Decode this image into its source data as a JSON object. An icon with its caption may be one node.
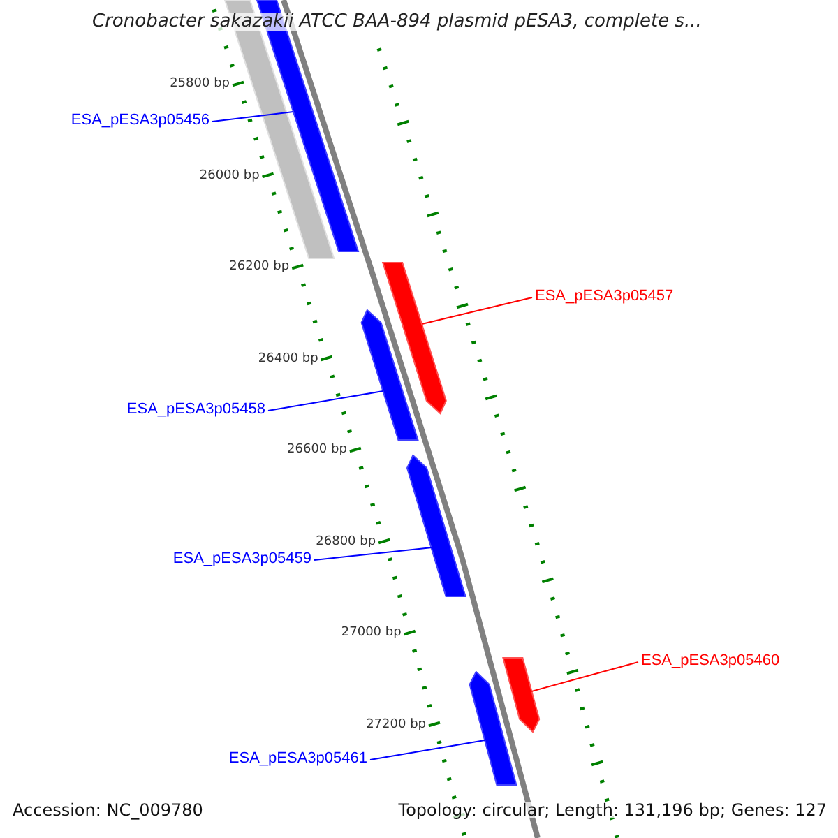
{
  "diagram": {
    "title": "Cronobacter sakazakii ATCC BAA-894 plasmid pESA3, complete s...",
    "nodes": [
      {
        "text": [
          "ESA_pESA3p05456"
        ]
      },
      {
        "text": [],
        "shape": "bar"
      },
      {
        "text": [
          "ESA_pESA3p05457"
        ]
      },
      {
        "text": [],
        "shape": "bar"
      },
      {
        "text": [
          "ESA_pESA3p05458"
        ]
      },
      {
        "text": [],
        "shape": "bar"
      },
      {
        "text": [
          "ESA_pESA3p05459"
        ]
      },
      {
        "text": [],
        "shape": "bar"
      },
      {
        "text": [
          "ESA_pESA3p05460"
        ]
      },
      {
        "text": [],
        "shape": "bar"
      },
      {
        "text": [
          "ESA_pESA3p05461"
        ]
      },
      {
        "text": [],
        "shape": "bar"
      }
    ],
    "edges": [
      {
        "from": 0,
        "to": 1,
        "arrow": "none"
      },
      {
        "from": 2,
        "to": 3,
        "arrow": "none",
        "color": "#ff0000"
      },
      {
        "from": 4,
        "to": 5,
        "arrow": "none"
      },
      {
        "from": 6,
        "to": 7,
        "arrow": "none"
      },
      {
        "from": 8,
        "to": 9,
        "arrow": "none",
        "color": "#ff0000"
      },
      {
        "from": 10,
        "to": 11,
        "arrow": "none"
      }
    ],
    "labels": [
      "25800 bp",
      "26000 bp",
      "26200 bp",
      "26400 bp",
      "26600 bp",
      "26800 bp",
      "27000 bp",
      "27200 bp",
      "Accession: NC_009780",
      "Topology: circular; Length: 131,196 bp; Genes: 127"
    ]
  }
}
